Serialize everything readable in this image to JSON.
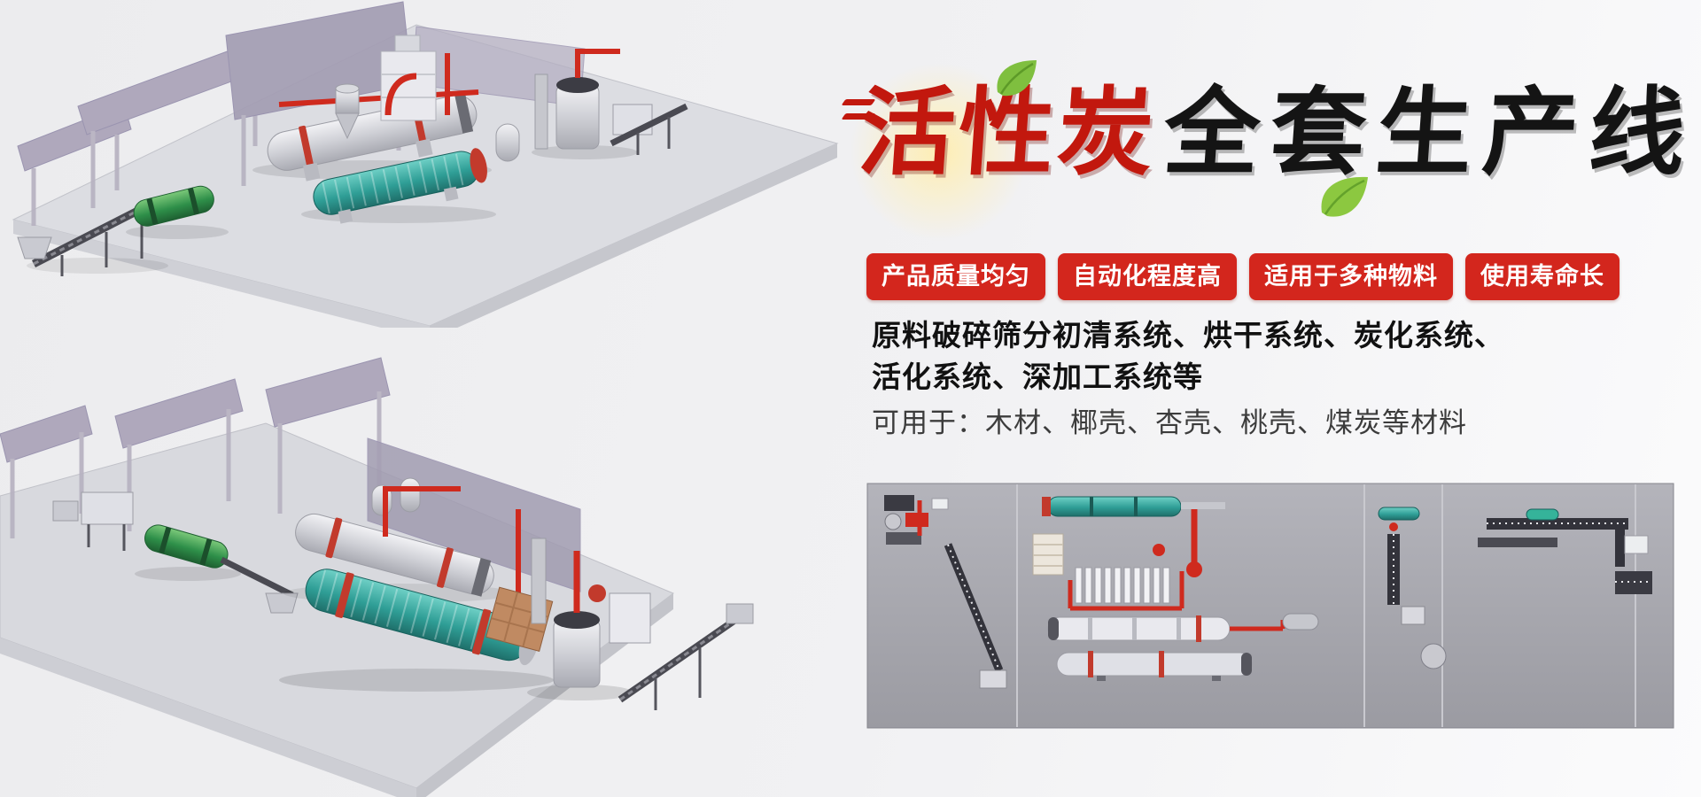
{
  "title": {
    "red_text": "活性炭",
    "black_text": "全套生产线"
  },
  "badges": [
    {
      "label": "产品质量均匀"
    },
    {
      "label": "自动化程度高"
    },
    {
      "label": "适用于多种物料"
    },
    {
      "label": "使用寿命长"
    }
  ],
  "description": {
    "line1": "原料破碎筛分初清系统、烘干系统、炭化系统、",
    "line2": "活化系统、深加工系统等",
    "materials": "可用于：木材、椰壳、杏壳、桃壳、煤炭等材料"
  },
  "colors": {
    "badge_red": "#d3261d",
    "title_red": "#c2180e",
    "title_black": "#141414",
    "leaf_green": "#7fbf3f",
    "pipe_red": "#cf2a1e",
    "panel_gray": "#a6a6ae",
    "background": "#f1f1f3"
  },
  "illustrations": {
    "top_scene": "production-line-3d-render-view-1",
    "bottom_scene": "production-line-3d-render-view-2",
    "schematic": "production-line-top-view-layout"
  }
}
